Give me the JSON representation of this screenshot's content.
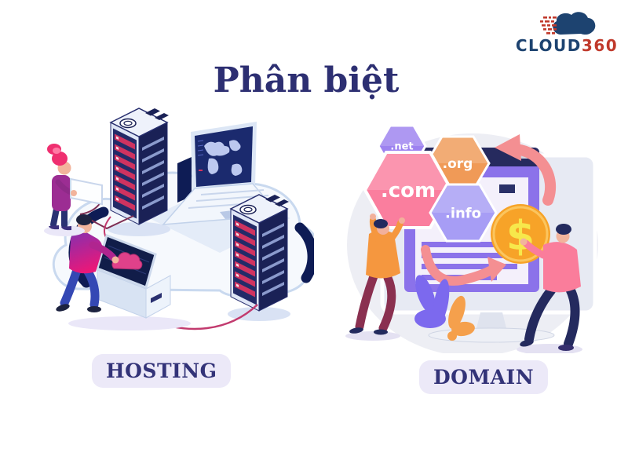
{
  "page": {
    "title": "Phân biệt",
    "background": "#ffffff"
  },
  "logo": {
    "name": "CLOUD",
    "number": "360"
  },
  "sections": {
    "hosting": {
      "label": "HOSTING"
    },
    "domain": {
      "label": "DOMAIN",
      "tlds": [
        {
          "label": ".net",
          "color": "#9d82f0"
        },
        {
          "label": ".org",
          "color": "#f09a57"
        },
        {
          "label": ".com",
          "color": "#fa7e9e"
        },
        {
          "label": ".info",
          "color": "#a79df5"
        }
      ],
      "coin_symbol": "$"
    }
  },
  "colors": {
    "title_text": "#2d2f72",
    "label_pill_bg": "#ece9f8",
    "label_pill_text": "#333378",
    "logo_name": "#1d4370",
    "logo_number": "#c0392b",
    "arrow_pink": "#f48f92",
    "illustration_navy": "#0e1c55",
    "server_led_red": "#cf3360",
    "browser_purple": "#8b72ea",
    "coin_gold": "#f7a328"
  },
  "icons": {
    "hosting_illustration": [
      "cloud",
      "server-tower",
      "laptop-world-map",
      "woman-with-laptop",
      "man-at-server-kiosk",
      "network-cable"
    ],
    "domain_illustration": [
      "monitor",
      "browser-window",
      "tld-hexagon",
      "dollar-coin",
      "refresh-arrow",
      "plant",
      "person-holding-tld",
      "person-holding-coin"
    ]
  }
}
